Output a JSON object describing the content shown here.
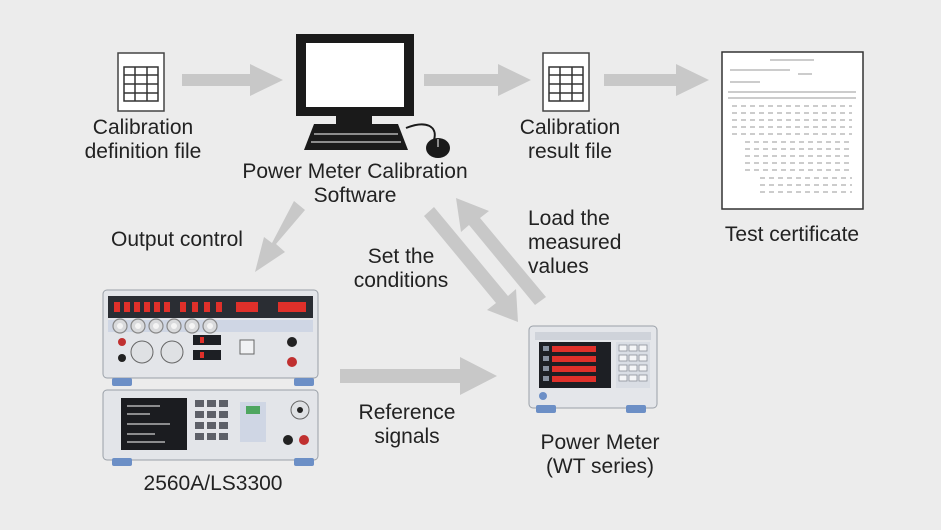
{
  "labels": {
    "calibration_definition_file": "Calibration\ndefinition file",
    "power_meter_calibration_software": "Power Meter Calibration\nSoftware",
    "calibration_result_file": "Calibration\nresult file",
    "test_certificate": "Test certificate",
    "output_control": "Output control",
    "set_the_conditions": "Set the\nconditions",
    "load_the_measured_values": "Load the\nmeasured\nvalues",
    "reference_signals": "Reference\nsignals",
    "source_device": "2560A/LS3300",
    "power_meter": "Power Meter\n(WT series)"
  },
  "icons": [
    "file-icon",
    "computer-icon",
    "certificate-icon",
    "calibrator-device",
    "power-meter-device"
  ],
  "colors": {
    "background": "#ececec",
    "arrow": "#c8c8c8",
    "device_red": "#e0302a",
    "device_body": "#e4e6ea"
  }
}
